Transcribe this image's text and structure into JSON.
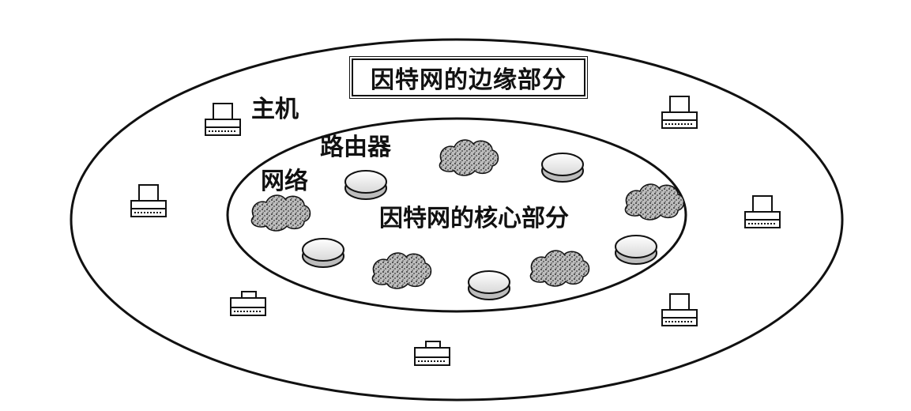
{
  "labels": {
    "edge_title": "因特网的边缘部分",
    "core_title": "因特网的核心部分",
    "host": "主机",
    "router": "路由器",
    "network": "网络"
  },
  "colors": {
    "line": "#111111",
    "background": "#ffffff",
    "cloud_fill": "#9a9a9a",
    "router_fill": "#f2f2f2"
  },
  "icons": {
    "host": "computer-host-icon",
    "router": "router-disc-icon",
    "network": "network-cloud-icon"
  }
}
